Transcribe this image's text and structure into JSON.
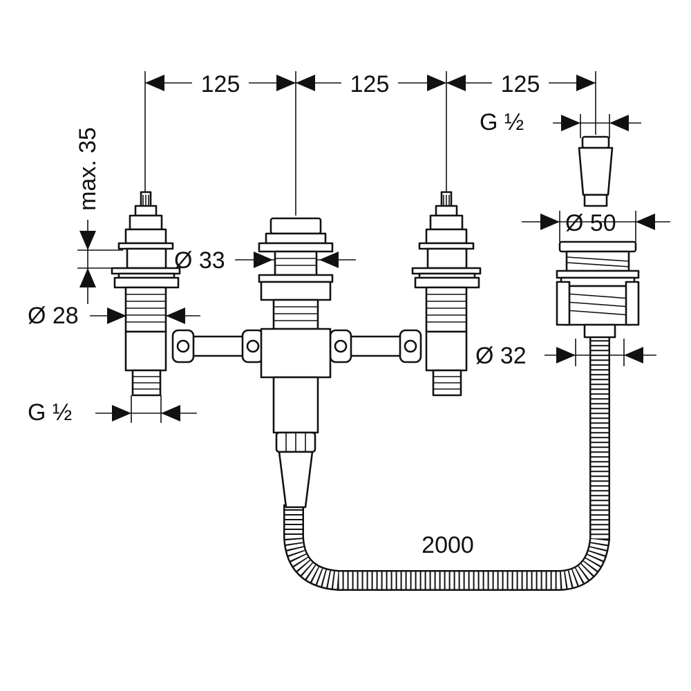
{
  "dimensions": {
    "spacing_left": "125",
    "spacing_middle": "125",
    "spacing_right": "125",
    "max_depth": "max. 35",
    "thread_top_right": "G ½",
    "thread_bottom_left": "G ½",
    "dia_33": "Ø 33",
    "dia_28": "Ø 28",
    "dia_50": "Ø 50",
    "dia_32": "Ø 32",
    "hose_length": "2000"
  },
  "colors": {
    "line": "#111111",
    "background": "#ffffff"
  }
}
